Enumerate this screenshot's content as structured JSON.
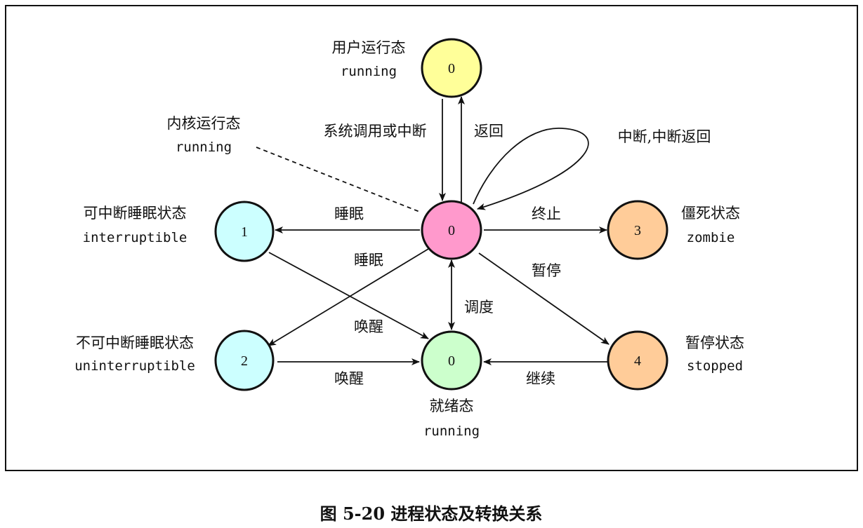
{
  "caption": "图 5-20 进程状态及转换关系",
  "colors": {
    "user_running": "#ffff99",
    "kernel_running": "#ff99cc",
    "interruptible": "#ccffff",
    "uninterruptible": "#ccffff",
    "ready": "#ccffcc",
    "zombie": "#ffcc99",
    "stopped": "#ffcc99"
  },
  "nodes": {
    "user_running": {
      "value": "0",
      "label": "用户运行态",
      "sublabel": "running"
    },
    "kernel_running": {
      "value": "0",
      "label": "内核运行态",
      "sublabel": "running"
    },
    "interruptible": {
      "value": "1",
      "label": "可中断睡眠状态",
      "sublabel": "interruptible"
    },
    "uninterruptible": {
      "value": "2",
      "label": "不可中断睡眠状态",
      "sublabel": "uninterruptible"
    },
    "ready": {
      "value": "0",
      "label": "就绪态",
      "sublabel": "running"
    },
    "zombie": {
      "value": "3",
      "label": "僵死状态",
      "sublabel": "zombie"
    },
    "stopped": {
      "value": "4",
      "label": "暂停状态",
      "sublabel": "stopped"
    }
  },
  "edges": {
    "syscall": "系统调用或中断",
    "return": "返回",
    "interrupt_loop": "中断,中断返回",
    "sleep_interruptible": "睡眠",
    "sleep_uninterruptible": "睡眠",
    "terminate": "终止",
    "pause": "暂停",
    "schedule": "调度",
    "wakeup_interruptible": "唤醒",
    "wakeup_uninterruptible": "唤醒",
    "continue": "继续"
  }
}
